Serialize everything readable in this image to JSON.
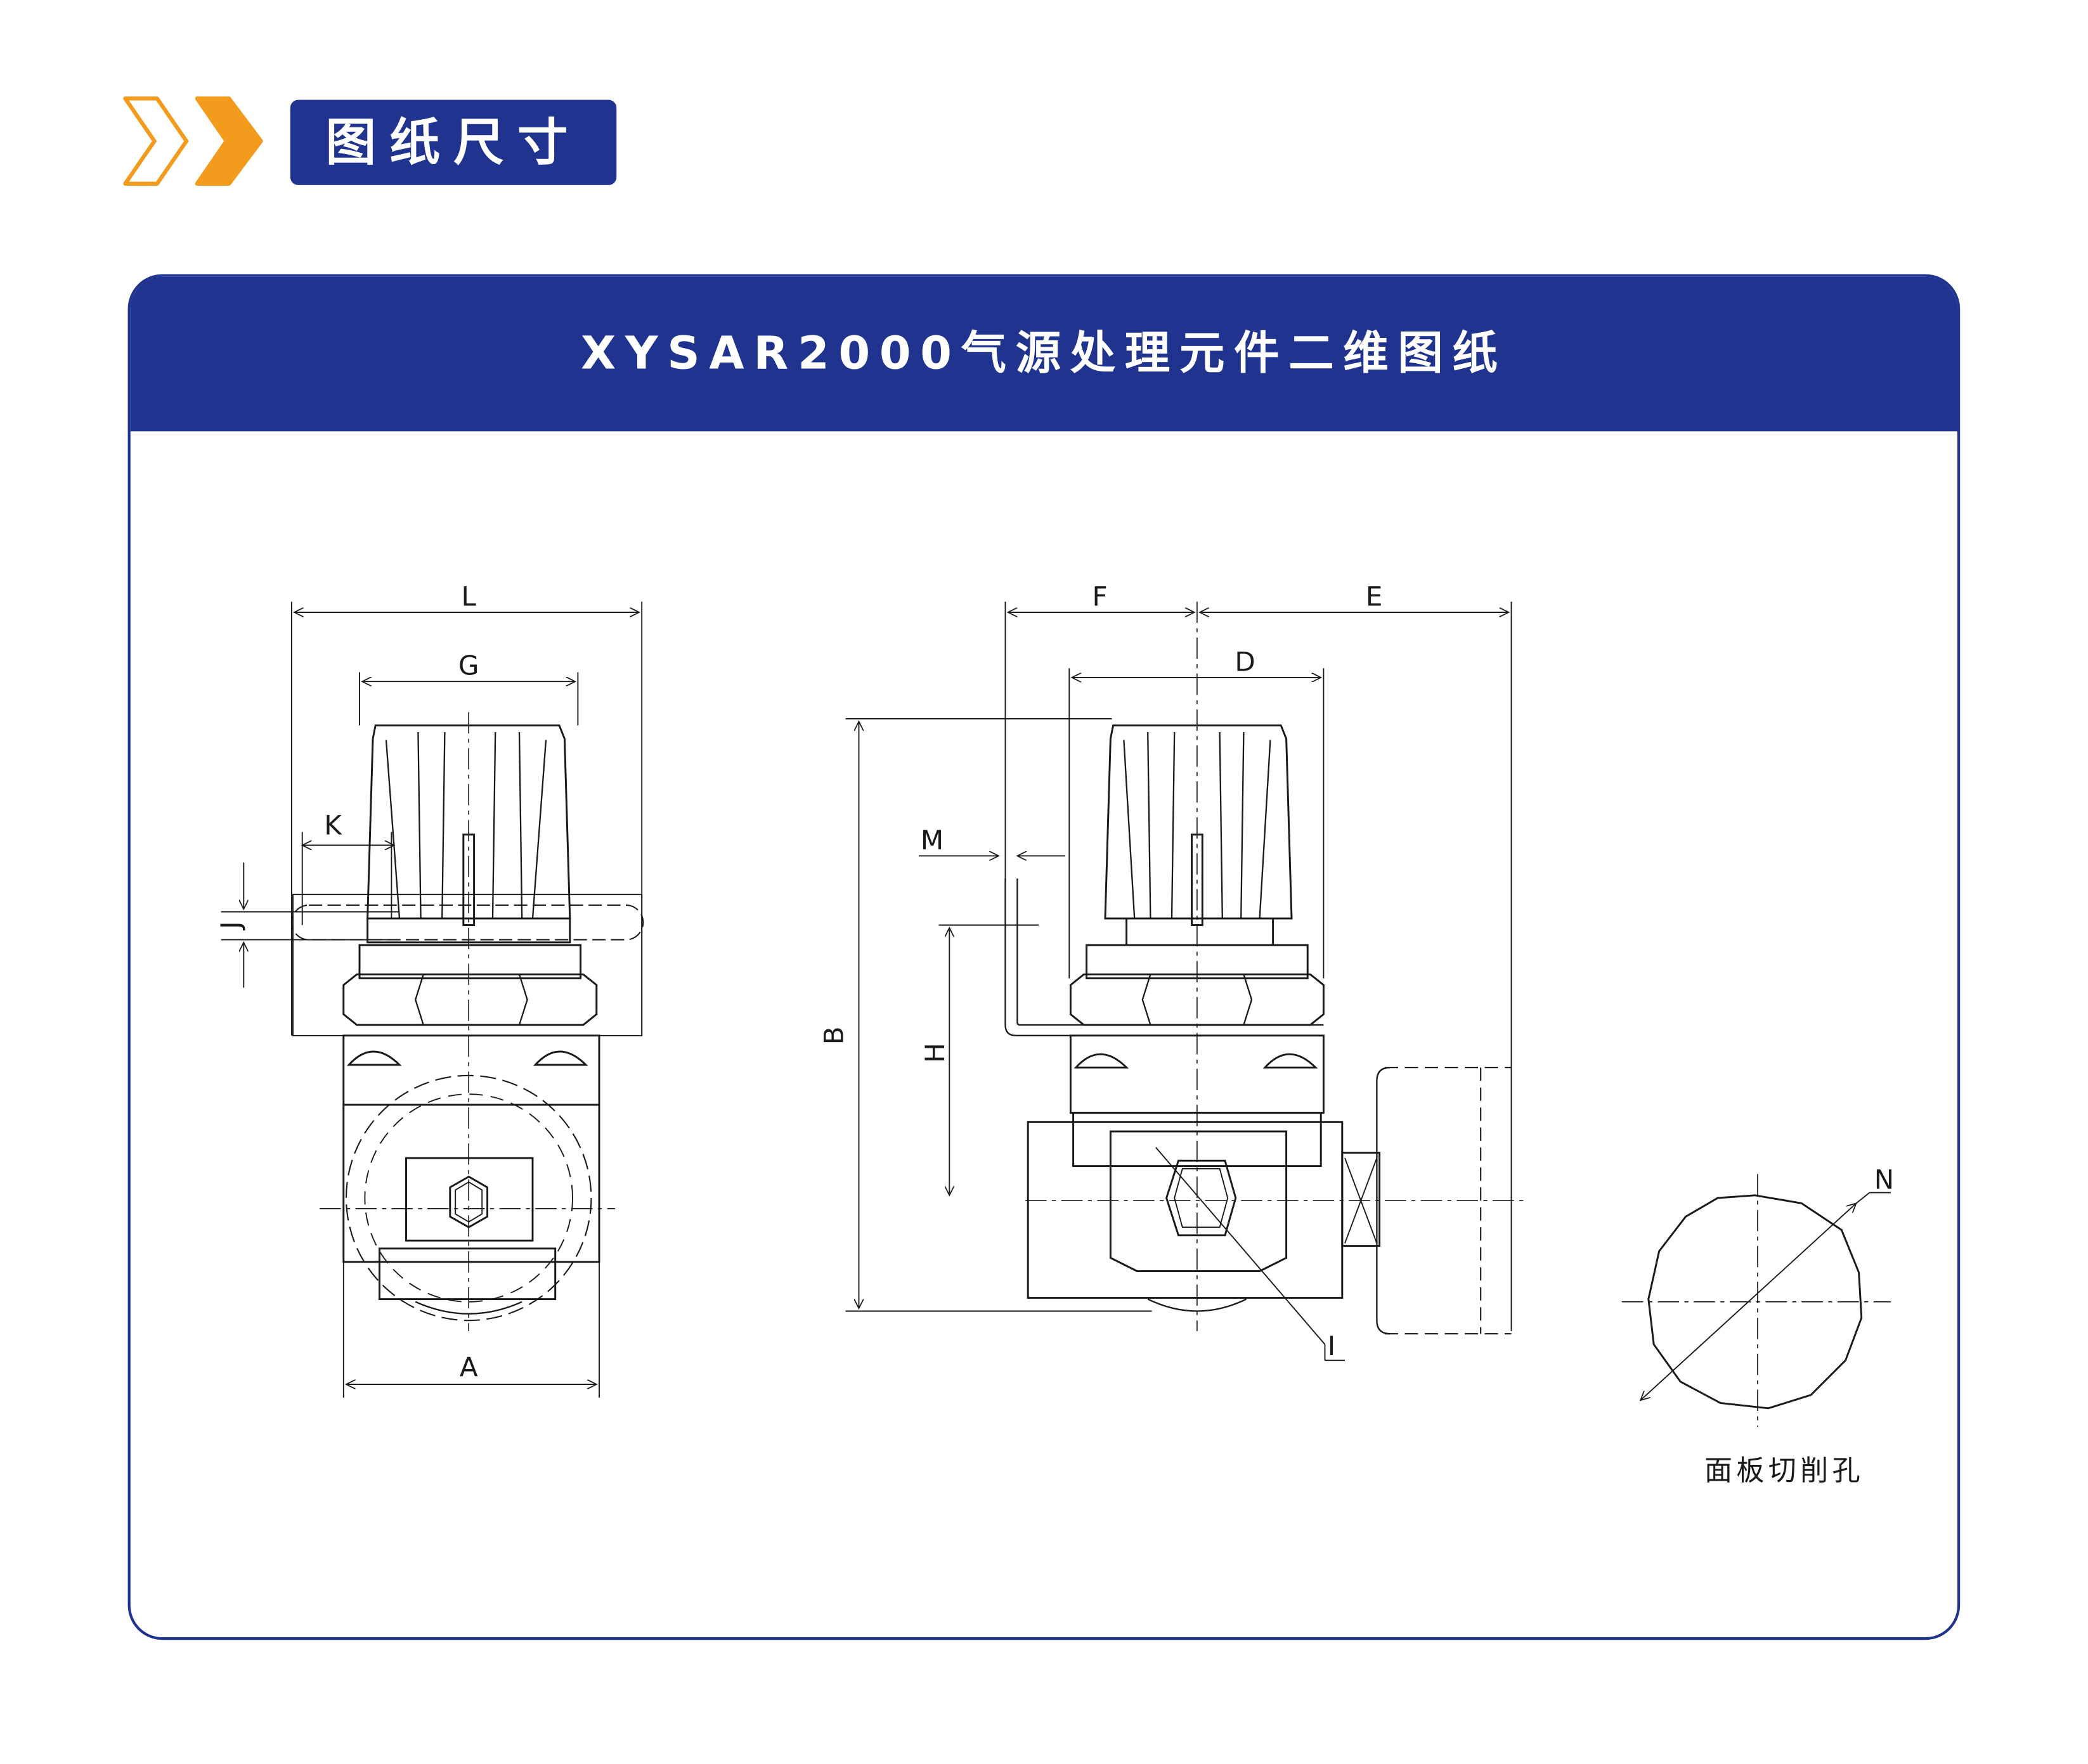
{
  "header": {
    "tag": "图纸尺寸"
  },
  "panel": {
    "title": "XYSAR2000气源处理元件二维图纸"
  },
  "dimensions": {
    "L": "L",
    "G": "G",
    "K": "K",
    "J": "J",
    "A": "A",
    "F": "F",
    "E": "E",
    "D": "D",
    "M": "M",
    "B": "B",
    "H": "H",
    "I": "I",
    "N": "N"
  },
  "panel_hole_caption": "面板切削孔",
  "colors": {
    "brand": "#1f338f",
    "accent": "#f39b1d",
    "line": "#1a1a1a"
  }
}
